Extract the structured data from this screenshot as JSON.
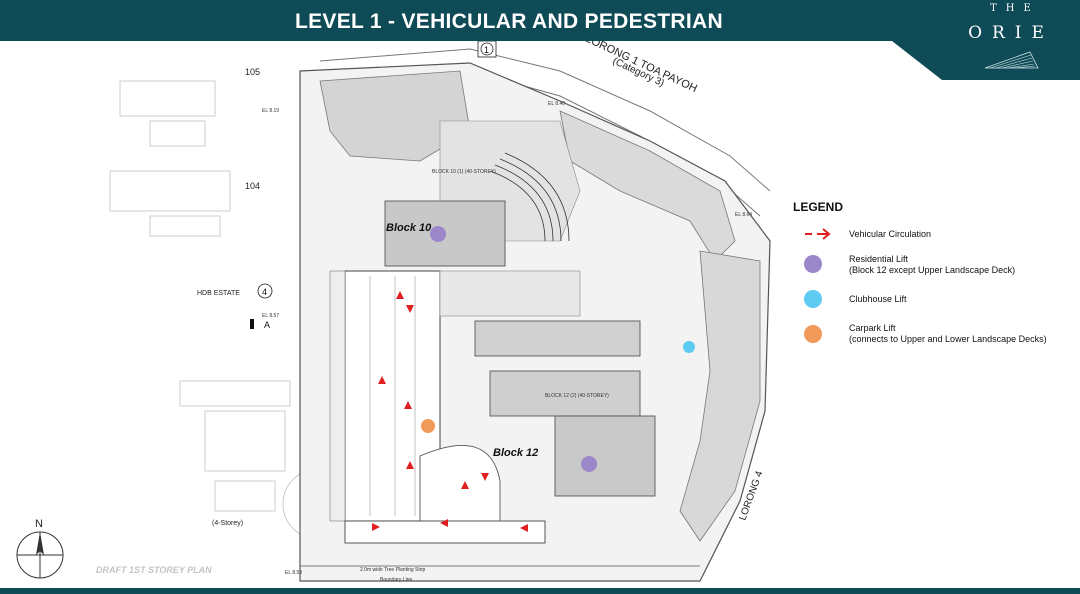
{
  "header": {
    "title": "LEVEL 1 - VEHICULAR AND PEDESTRIAN ACCESS"
  },
  "brand": {
    "the": "THE",
    "name": "ORIE"
  },
  "plan": {
    "road_name": "LORONG 1 TOA PAYOH",
    "road_category": "(Category 3)",
    "road_east": "LORONG 4",
    "road_marker_1": "1",
    "road_marker_4": "4",
    "hdb_estate": "HDB ESTATE",
    "block_105": "105",
    "block_104": "104",
    "four_storey": "(4-Storey)",
    "section_a": "A",
    "block_10_label": "Block 10",
    "block_12_label": "Block 12",
    "block_10_note": "BLOCK 10 (1) (40-STOREY)",
    "block_12_note": "BLOCK 12 (2) (40-STOREY)",
    "north": "N",
    "draft_label": "DRAFT 1ST STOREY PLAN",
    "el_labels": [
      "EL 8.19",
      "EL 8.57",
      "EL 8.53",
      "EL 8.40",
      "EL 8.64"
    ],
    "planting_strip": "2.0m wide Tree Planting Strip",
    "boundary_line": "Boundary Line"
  },
  "legend": {
    "title": "LEGEND",
    "items": [
      {
        "label": "Vehicular Circulation",
        "sub": "",
        "color": "#e02020"
      },
      {
        "label": "Residential Lift",
        "sub": "(Block 12 except Upper Landscape Deck)",
        "color": "#9b87c9"
      },
      {
        "label": "Clubhouse Lift",
        "sub": "",
        "color": "#5ecbf2"
      },
      {
        "label": "Carpark Lift",
        "sub": "(connects to Upper and Lower Landscape Decks)",
        "color": "#f29a5a"
      }
    ]
  },
  "colors": {
    "header_bg": "#0f4a57",
    "residential_lift": "#9b87c9",
    "clubhouse_lift": "#5ecbf2",
    "carpark_lift": "#f29a5a",
    "vehicular": "#e02020"
  }
}
